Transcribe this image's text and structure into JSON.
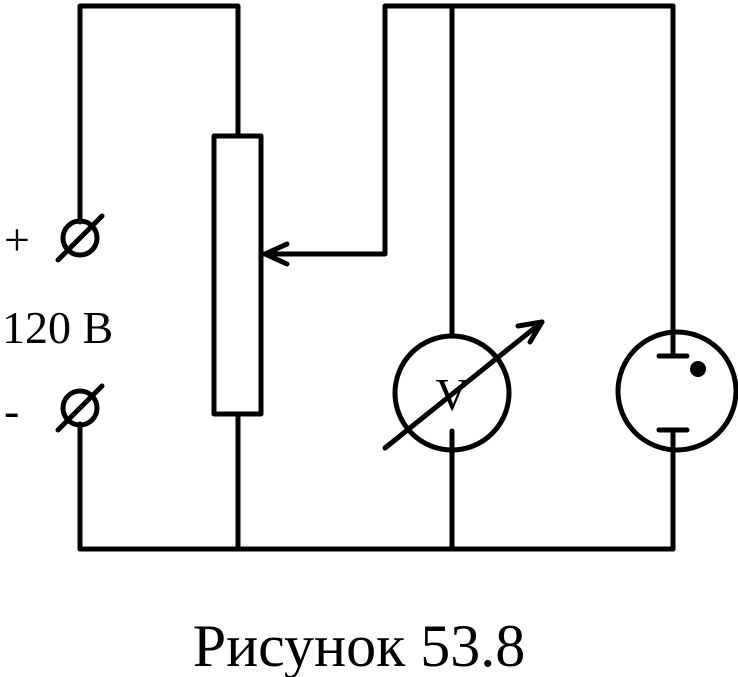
{
  "terminals": {
    "plus_sign": "+",
    "minus_sign": "-",
    "voltage_label": "120 В"
  },
  "voltmeter": {
    "symbol": "V"
  },
  "caption": "Рисунок 53.8"
}
